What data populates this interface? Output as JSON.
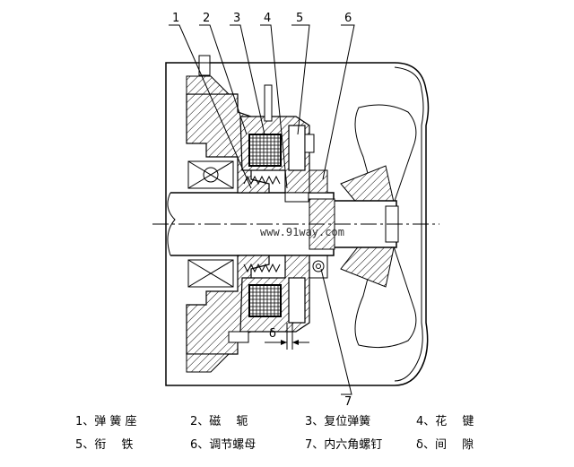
{
  "callouts": [
    "1",
    "2",
    "3",
    "4",
    "5",
    "6",
    "7"
  ],
  "gap_symbol": "δ",
  "watermark": "www.91way.com",
  "legend": [
    {
      "text": "1、弹 簧 座"
    },
    {
      "text": "2、磁　 轭"
    },
    {
      "text": "3、复位弹簧"
    },
    {
      "text": "4、花　 键"
    },
    {
      "text": "5、衔　 铁"
    },
    {
      "text": "6、调节螺母"
    },
    {
      "text": "7、内六角螺钉"
    },
    {
      "text": "δ、间　 隙"
    }
  ]
}
